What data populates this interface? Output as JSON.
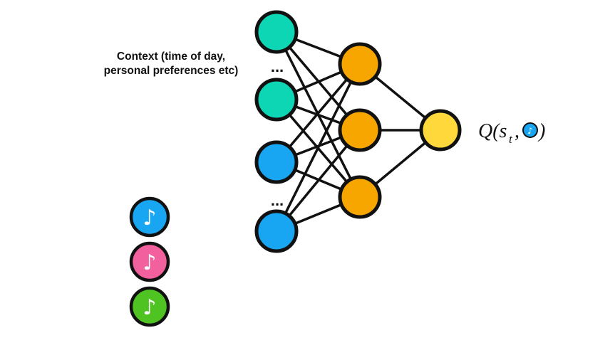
{
  "diagram": {
    "context_label": {
      "line1": "Context (time of day,",
      "line2": "personal preferences etc)"
    },
    "ellipsis_top": "...",
    "ellipsis_bottom": "...",
    "q_expression": {
      "prefix": "Q(s",
      "subscript": "t",
      "comma": ",",
      "suffix": ")"
    },
    "note_glyph": "♪"
  },
  "colors": {
    "edge": "#111111",
    "node_stroke": "#111111",
    "text": "#111111",
    "input_teal": "#0cd6b4",
    "input_blue": "#18a6f2",
    "hidden_orange": "#f7a600",
    "output_yellow": "#ffd93b",
    "icon_blue": "#18a6f2",
    "icon_pink": "#f2609e",
    "icon_green": "#4fc321",
    "icon_note": "#ffffff"
  }
}
